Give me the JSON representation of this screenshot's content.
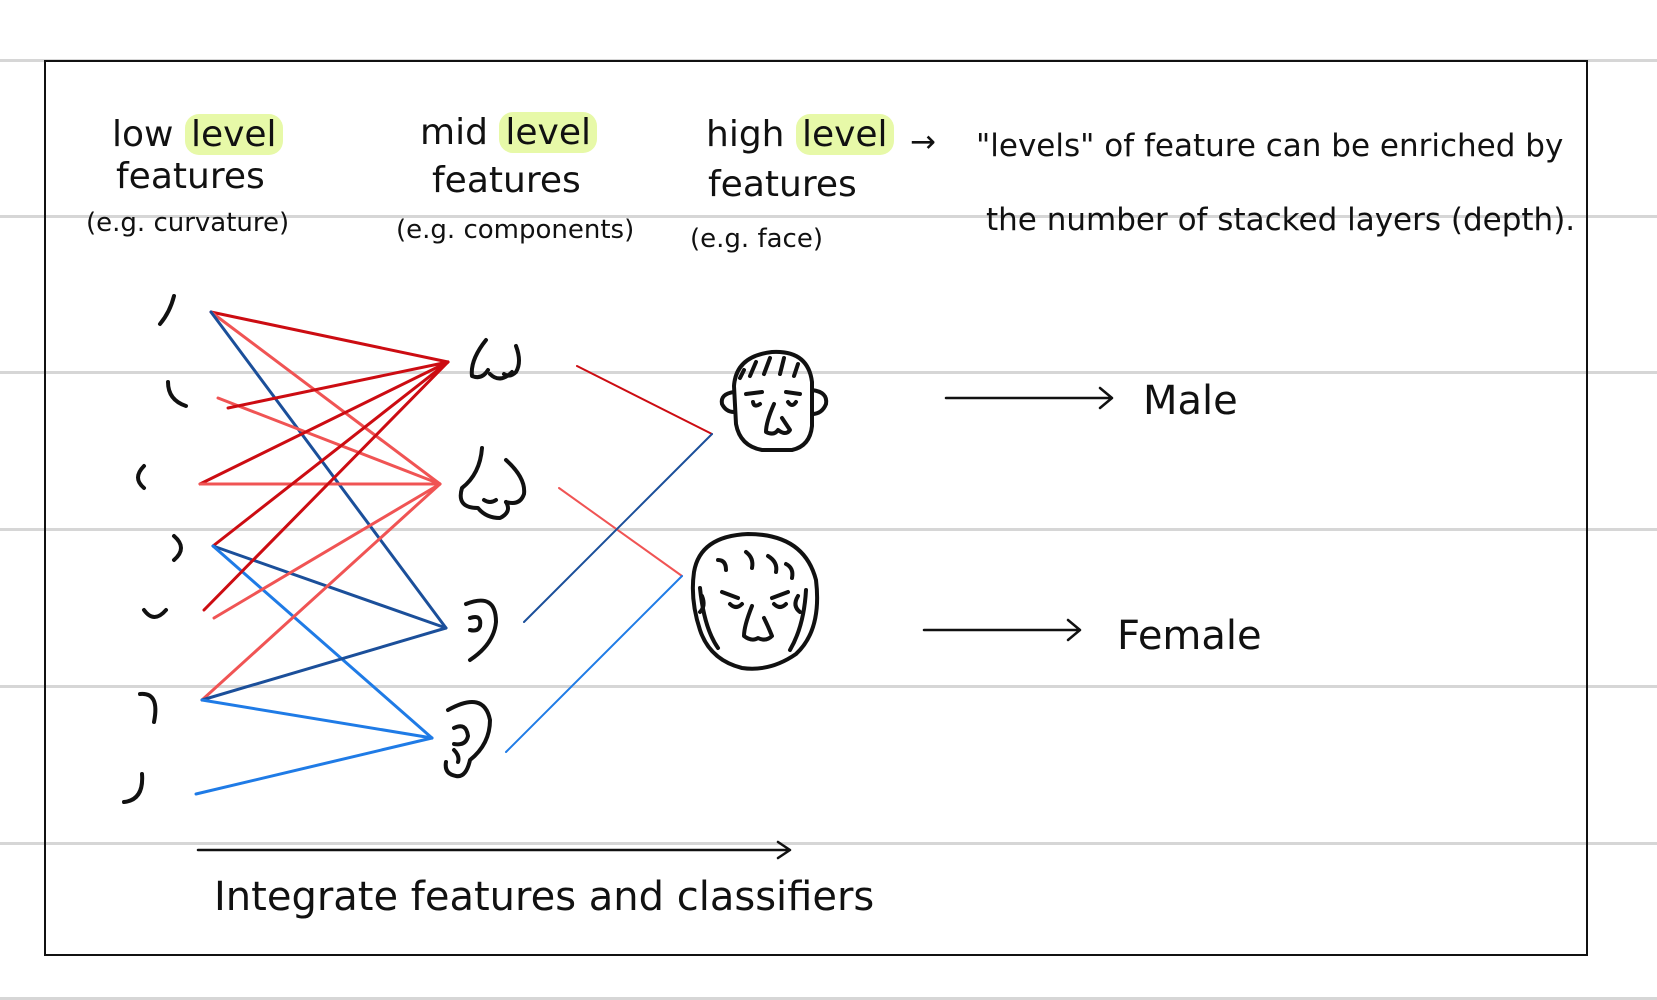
{
  "columns": {
    "low": {
      "word": "low",
      "level": "level",
      "line2": "features",
      "example": "(e.g. curvature)"
    },
    "mid": {
      "word": "mid",
      "level": "level",
      "line2": "features",
      "example": "(e.g. components)"
    },
    "high": {
      "word": "high",
      "level": "level",
      "line2": "features",
      "example": "(e.g. face)"
    }
  },
  "note": {
    "arrow": "→",
    "line1": "\"levels\" of feature can be enriched by",
    "line2": "the number of stacked layers (depth)."
  },
  "classes": {
    "male": "Male",
    "female": "Female"
  },
  "bottom_caption": "Integrate features and classifiers",
  "colors": {
    "dark_red": "#cc0c12",
    "light_red": "#f05454",
    "dark_blue": "#1b4f9a",
    "light_blue": "#1f7be6",
    "highlight": "#e7f9a8",
    "ink": "#111111",
    "rule": "#d6d6d6"
  },
  "icons": {
    "low_level": [
      "curve-1-icon",
      "curve-2-icon",
      "curve-3-icon",
      "curve-4-icon",
      "curve-5-icon",
      "curve-6-icon",
      "curve-7-icon"
    ],
    "mid_level": [
      "nose-small-icon",
      "nose-large-icon",
      "ear-small-icon",
      "ear-large-icon"
    ],
    "high_level": [
      "male-face-icon",
      "female-face-icon"
    ]
  }
}
